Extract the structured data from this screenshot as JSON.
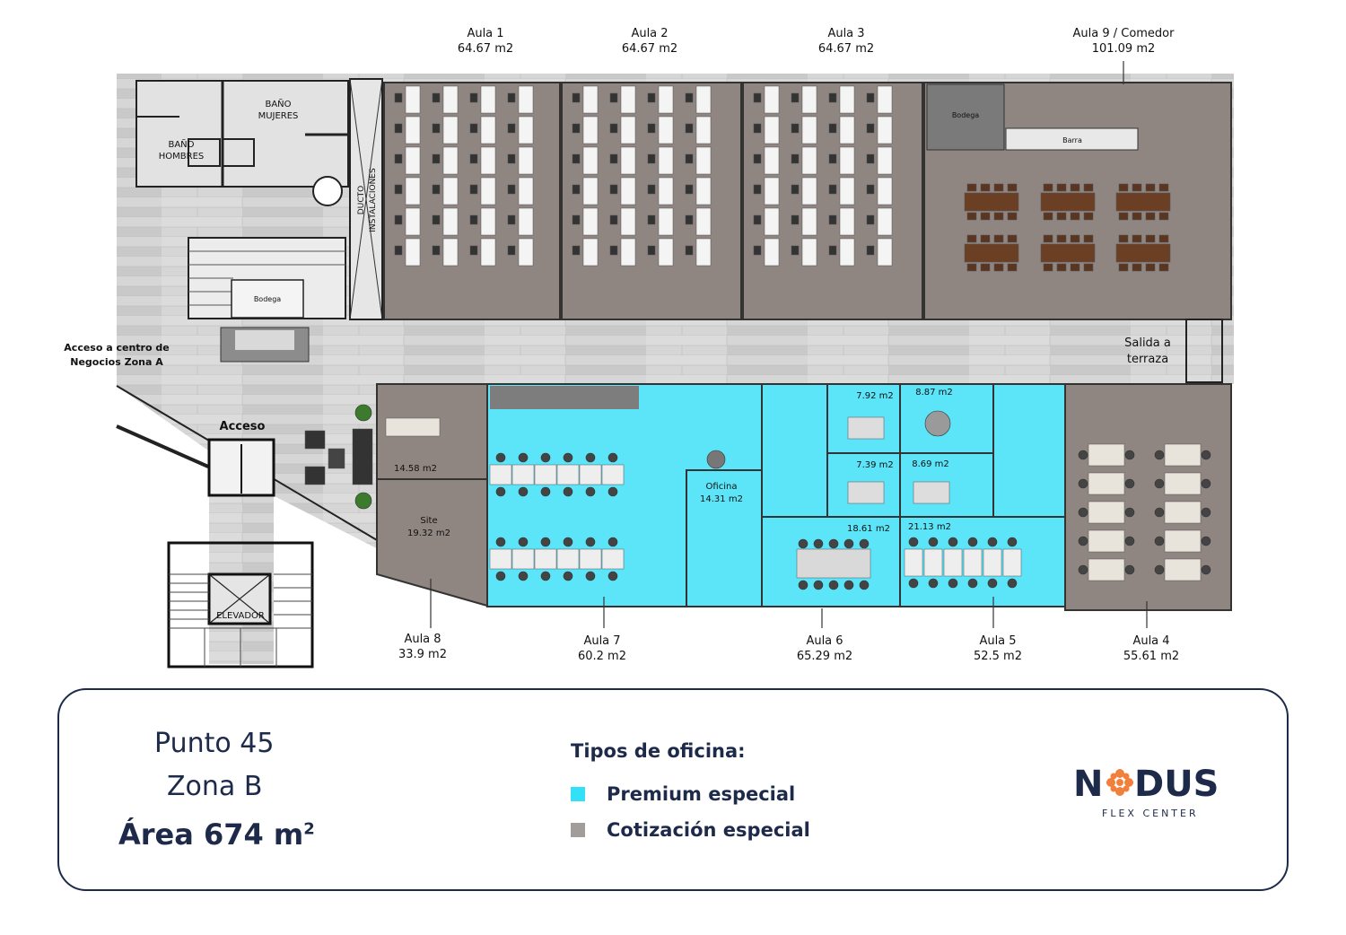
{
  "rooms": {
    "aula1": {
      "name": "Aula 1",
      "area": "64.67 m2"
    },
    "aula2": {
      "name": "Aula 2",
      "area": "64.67 m2"
    },
    "aula3": {
      "name": "Aula 3",
      "area": "64.67 m2"
    },
    "aula9": {
      "name": "Aula 9 / Comedor",
      "area": "101.09 m2"
    },
    "aula8": {
      "name": "Aula 8",
      "area": "33.9 m2"
    },
    "aula7": {
      "name": "Aula 7",
      "area": "60.2 m2"
    },
    "aula6": {
      "name": "Aula 6",
      "area": "65.29 m2"
    },
    "aula5": {
      "name": "Aula 5",
      "area": "52.5 m2"
    },
    "aula4": {
      "name": "Aula 4",
      "area": "55.61 m2"
    }
  },
  "inner_labels": {
    "bano_mujeres": "BAÑO\nMUJERES",
    "bano_hombres": "BAÑO\nHOMBRES",
    "ducto": "DUCTO\nINSTALACIONES",
    "bodega_left": "Bodega",
    "bodega_right": "Bodega",
    "barra": "Barra",
    "acceso_centro": "Acceso a centro de\nNegocios Zona A",
    "acceso": "Acceso",
    "salida": "Salida a\nterraza",
    "elevador": "ELEVADOR",
    "aula8_area": "14.58 m2",
    "site": "Site",
    "site_area": "19.32 m2",
    "oficina": "Oficina",
    "oficina_area": "14.31 m2",
    "a792": "7.92 m2",
    "a887": "8.87 m2",
    "a739": "7.39 m2",
    "a869": "8.69 m2",
    "a1861": "18.61 m2",
    "a2113": "21.13 m2"
  },
  "info": {
    "line1": "Punto 45",
    "line2": "Zona B",
    "line3_prefix": "Área 674 m",
    "line3_sup": "2"
  },
  "legend": {
    "title": "Tipos de oficina:",
    "items": [
      {
        "label": "Premium especial",
        "color": "#33e0f5"
      },
      {
        "label": "Cotización especial",
        "color": "#a39d99"
      }
    ]
  },
  "logo": {
    "name": "NODUS",
    "tagline": "FLEX CENTER",
    "accent": "#f0803c",
    "navy": "#1e2a4a"
  },
  "colors": {
    "premium": "#5ce5f8",
    "cotizacion": "#8f8581",
    "floor": "#cfcfcf",
    "navy": "#1e2a4a"
  }
}
